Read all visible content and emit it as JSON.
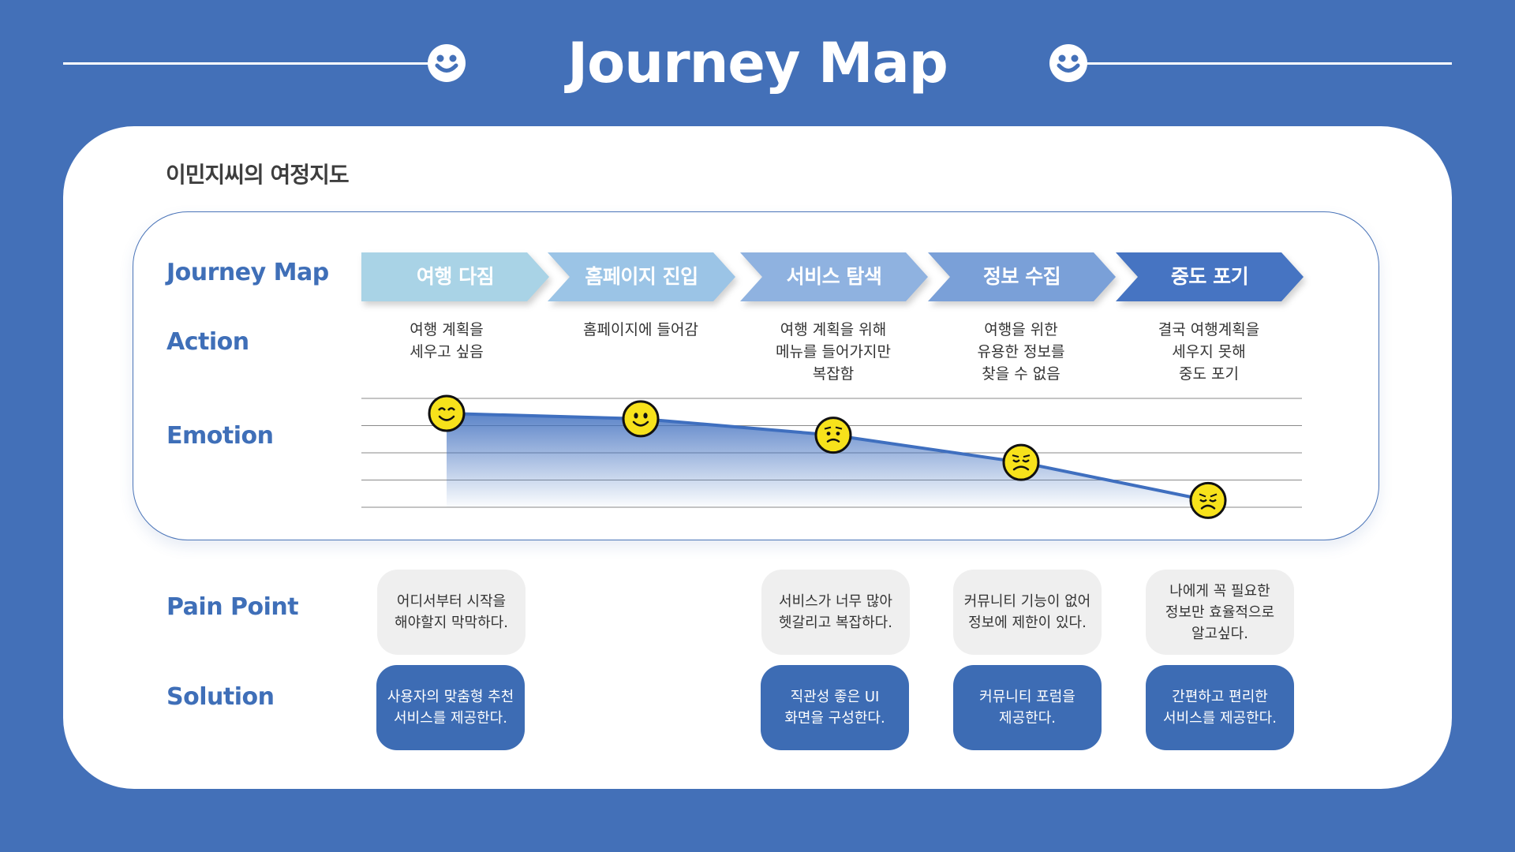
{
  "title": "Journey Map",
  "subtitle": "이민지씨의 여정지도",
  "row_labels": {
    "journey": "Journey Map",
    "action": "Action",
    "emotion": "Emotion",
    "pain": "Pain Point",
    "solution": "Solution"
  },
  "stages": [
    {
      "label": "여행 다짐",
      "color": "#a9d3e6",
      "action": "여행 계획을\n세우고 싶음",
      "emotion": 5,
      "face": "happy-face-icon"
    },
    {
      "label": "홈페이지 진입",
      "color": "#9bc4e6",
      "action": "홈페이지에 들어감",
      "emotion": 4.8,
      "face": "smile-face-icon"
    },
    {
      "label": "서비스 탐색",
      "color": "#8fb2e0",
      "action": "여행 계획을 위해\n메뉴를 들어가지만\n복잡함",
      "emotion": 4.2,
      "face": "worried-face-icon"
    },
    {
      "label": "정보 수집",
      "color": "#7aa0d8",
      "action": "여행을 위한\n유용한 정보를\n찾을 수 없음",
      "emotion": 3.2,
      "face": "sad-face-icon"
    },
    {
      "label": "중도 포기",
      "color": "#4674c2",
      "action": "결국 여행계획을\n세우지 못해\n중도 포기",
      "emotion": 1.8,
      "face": "disappointed-face-icon"
    }
  ],
  "pain_points": [
    "어디서부터 시작을\n해야할지 막막하다.",
    "",
    "서비스가 너무 많아\n헷갈리고 복잡하다.",
    "커뮤니티 기능이 없어\n정보에 제한이 있다.",
    "나에게 꼭 필요한\n정보만 효율적으로\n알고싶다."
  ],
  "solutions": [
    "사용자의 맞춤형 추천\n서비스를 제공한다.",
    "",
    "직관성 좋은 UI\n화면을 구성한다.",
    "커뮤니티 포럼을\n제공한다.",
    "간편하고 편리한\n서비스를 제공한다."
  ],
  "colors": {
    "background": "#4370b8",
    "accent": "#3f6fb8",
    "line": "#3f6fbf",
    "face": "#f7e21b"
  }
}
